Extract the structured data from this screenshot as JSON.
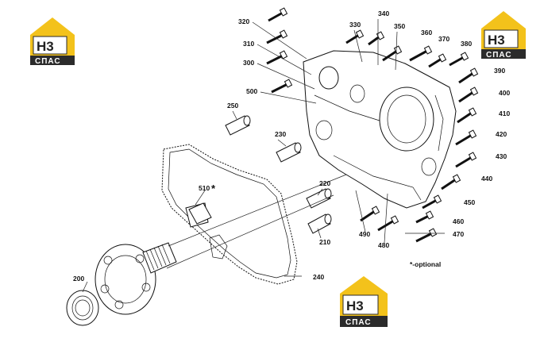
{
  "labels": {
    "p320": "320",
    "p310": "310",
    "p300": "300",
    "p500": "500",
    "p330": "330",
    "p340": "340",
    "p350": "350",
    "p360": "360",
    "p370": "370",
    "p380": "380",
    "p390": "390",
    "p400": "400",
    "p410": "410",
    "p420": "420",
    "p430": "430",
    "p440": "440",
    "p450": "450",
    "p460": "460",
    "p470": "470",
    "p480": "480",
    "p490": "490",
    "p250": "250",
    "p230": "230",
    "p220": "220",
    "p210": "210",
    "p510": "510",
    "p240": "240",
    "p200": "200"
  },
  "asterisk": "*",
  "optional_note": "*-optional",
  "logo": {
    "line1": "H3",
    "line2": "СПАС"
  },
  "colors": {
    "logo_yellow": "#f3c21b",
    "logo_dark": "#2b2b2b",
    "ink": "#111111"
  }
}
